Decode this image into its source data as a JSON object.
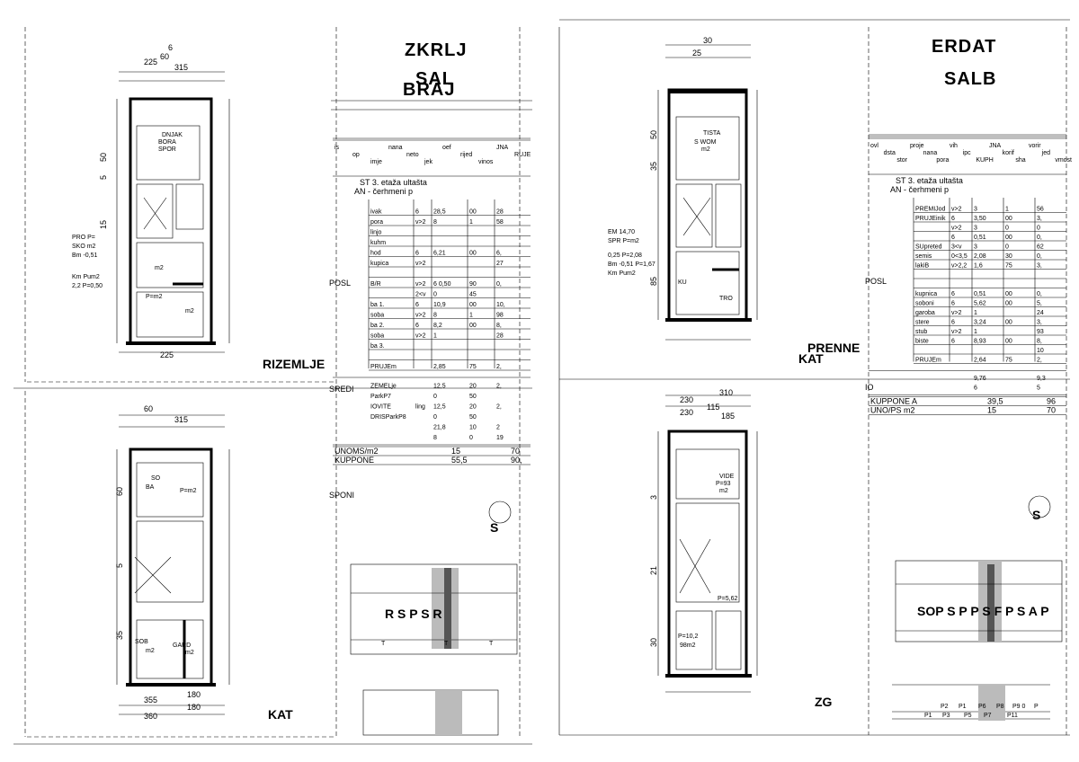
{
  "sheets": [
    {
      "title_lines": [
        "ZKRLJ",
        "SAL",
        "BRAJ"
      ],
      "plans": [
        {
          "dims_top": [
            "6",
            "60",
            "225",
            "315"
          ],
          "dims_bottom": [
            "225"
          ],
          "dims_side": [
            "50",
            "5",
            "15"
          ],
          "rooms": [
            "DNJAK",
            "BORA",
            "SPOR",
            "m2",
            "P=m2",
            "m2"
          ],
          "notes": [
            "PRO P=",
            "SKO m2",
            "Bm -0,51",
            "Km Pum2",
            "2,2 P=0,50"
          ],
          "label": "RIZEMLJE"
        },
        {
          "dims_top": [
            "60",
            "315"
          ],
          "dims_bottom": [
            "360",
            "180",
            "355",
            "180"
          ],
          "dims_side": [
            "60",
            "5",
            "35"
          ],
          "rooms": [
            "SO",
            "BA",
            "P=m2",
            "SOB",
            "GARD",
            "m2",
            "m2"
          ],
          "notes": [],
          "label": "KAT"
        }
      ],
      "table": {
        "headers": [
          "is",
          "op",
          "imje",
          "nana",
          "neto",
          "jek",
          "oef",
          "rijed",
          "vinos",
          "JNA",
          "RUJE"
        ],
        "section_title": "ST 3. etaža ultašta",
        "subtitle": "AN - čerhmeni p",
        "rows": [
          [
            "ivak",
            "6",
            "28,5",
            "00",
            "28"
          ],
          [
            "pora",
            "v>2",
            "8",
            "1",
            "58"
          ],
          [
            "linjo",
            "",
            "",
            "",
            ""
          ],
          [
            "kuhm",
            "",
            "",
            "",
            ""
          ],
          [
            "hod",
            "6",
            "6,21",
            "00",
            "6,"
          ],
          [
            "kupica",
            "v>2",
            "",
            "",
            "27"
          ],
          [
            "",
            "",
            "",
            "",
            ""
          ],
          [
            "B/R",
            "v>2",
            "6 0,50",
            "90",
            "0,"
          ],
          [
            "",
            "2<v",
            "0",
            "45",
            ""
          ],
          [
            "ba 1.",
            "6",
            "10,9",
            "00",
            "10,"
          ],
          [
            "soba",
            "v>2",
            "8",
            "1",
            "98"
          ],
          [
            "ba 2.",
            "6",
            "8,2",
            "00",
            "8,"
          ],
          [
            "soba",
            "v>2",
            "1",
            "",
            "28"
          ],
          [
            "ba 3.",
            "",
            "",
            "",
            ""
          ],
          [
            "",
            "",
            "",
            "",
            ""
          ],
          [
            "PRUJEm",
            "",
            "2,85",
            "75",
            "2,"
          ]
        ],
        "side_labels": [
          "POSL",
          "SREDI",
          "SPONI"
        ],
        "lower_rows": [
          [
            "ZEMELje",
            "",
            "12,5",
            "20",
            "2,"
          ],
          [
            "ParkP7",
            "",
            "0",
            "50",
            ""
          ],
          [
            "IOVITE",
            "ling",
            "12,5",
            "20",
            "2,"
          ],
          [
            "DRISParkP8",
            "",
            "0",
            "50",
            ""
          ],
          [
            "",
            "",
            "21,8",
            "10",
            "2"
          ],
          [
            "",
            "",
            "8",
            "0",
            "19"
          ]
        ],
        "totals": [
          [
            "UNOMS/m2",
            "15",
            "70"
          ],
          [
            "KUPPONE",
            "55,5",
            "90,"
          ]
        ]
      },
      "logo_text": "S",
      "elevation_text": "R S P S R",
      "elevation_labels": [
        "T",
        "T",
        "T"
      ]
    },
    {
      "title_lines": [
        "ERDAT",
        "SALB"
      ],
      "plans": [
        {
          "dims_top": [
            "30",
            "25"
          ],
          "dims_bottom": [],
          "dims_side": [
            "50",
            "35",
            "85"
          ],
          "rooms": [
            "TISTA",
            "S WOM",
            "m2",
            "KU",
            "TRO"
          ],
          "notes": [
            "EM 14,70",
            "SPR P=m2",
            "0,25 P=2,08",
            "Bm -0,51 P=1,67",
            "Km Pum2"
          ],
          "label": "PRENNE",
          "label2": "KAT"
        },
        {
          "dims_top": [
            "230",
            "310",
            "230",
            "115",
            "185"
          ],
          "dims_bottom": [],
          "dims_side": [
            "3",
            "21",
            "30"
          ],
          "rooms": [
            "VIDE",
            "P=93",
            "m2",
            "P=5,62",
            "P=10,2",
            "98m2"
          ],
          "notes": [],
          "label": "ZG"
        }
      ],
      "table": {
        "headers": [
          "ovl",
          "dsta",
          "stor",
          "proje",
          "nana",
          "pora",
          "vih",
          "ipc",
          "KUPH",
          "JNA",
          "korif",
          "sha",
          "vorir",
          "jed",
          "vmost"
        ],
        "section_title": "ST 3. etaža ultašta",
        "subtitle": "AN - čerhmeni p",
        "rows": [
          [
            "PREMIJod",
            "v>2",
            "3",
            "1",
            "56"
          ],
          [
            "PRUJEinik",
            "6",
            "3,50",
            "00",
            "3,"
          ],
          [
            "",
            "v>2",
            "3",
            "0",
            "0"
          ],
          [
            "",
            "6",
            "0,51",
            "00",
            "0,"
          ],
          [
            "SUpreted",
            "3<v",
            "3",
            "0",
            "62"
          ],
          [
            "semis",
            "0<3,5",
            "2,08",
            "30",
            "0,"
          ],
          [
            "lakiB",
            "v>2,2",
            "1,6",
            "75",
            "3,"
          ],
          [
            "",
            "",
            "",
            "",
            ""
          ],
          [
            "",
            "",
            "",
            "",
            ""
          ],
          [
            "kupnica",
            "6",
            "0,51",
            "00",
            "0,"
          ],
          [
            "soboni",
            "6",
            "5,62",
            "00",
            "5,"
          ],
          [
            "garoba",
            "v>2",
            "1",
            "",
            "24"
          ],
          [
            "stere",
            "6",
            "3,24",
            "00",
            "3,"
          ],
          [
            "stub",
            "v>2",
            "1",
            "",
            "93"
          ],
          [
            "biste",
            "6",
            "8,93",
            "00",
            "8,"
          ],
          [
            "",
            "",
            "",
            "",
            "10"
          ],
          [
            "PRUJEm",
            "",
            "2,64",
            "75",
            "2,"
          ]
        ],
        "side_labels": [
          "POSL",
          "IO"
        ],
        "lower_rows": [
          [
            "",
            "",
            "9,76",
            "",
            "9,3"
          ],
          [
            "",
            "",
            "6",
            "",
            "5"
          ]
        ],
        "totals": [
          [
            "KUPPONE A",
            "39,5",
            "96"
          ],
          [
            "UNO/PS m2",
            "15",
            "70"
          ]
        ]
      },
      "logo_text": "S",
      "elevation_text": "SOP S P P S F P S A P",
      "parking_labels_top": [
        "P2",
        "P1",
        "P6",
        "P8",
        "P9 0",
        "P"
      ],
      "parking_labels_bottom": [
        "P1",
        "P3",
        "P5",
        "P7",
        "P11"
      ]
    }
  ]
}
